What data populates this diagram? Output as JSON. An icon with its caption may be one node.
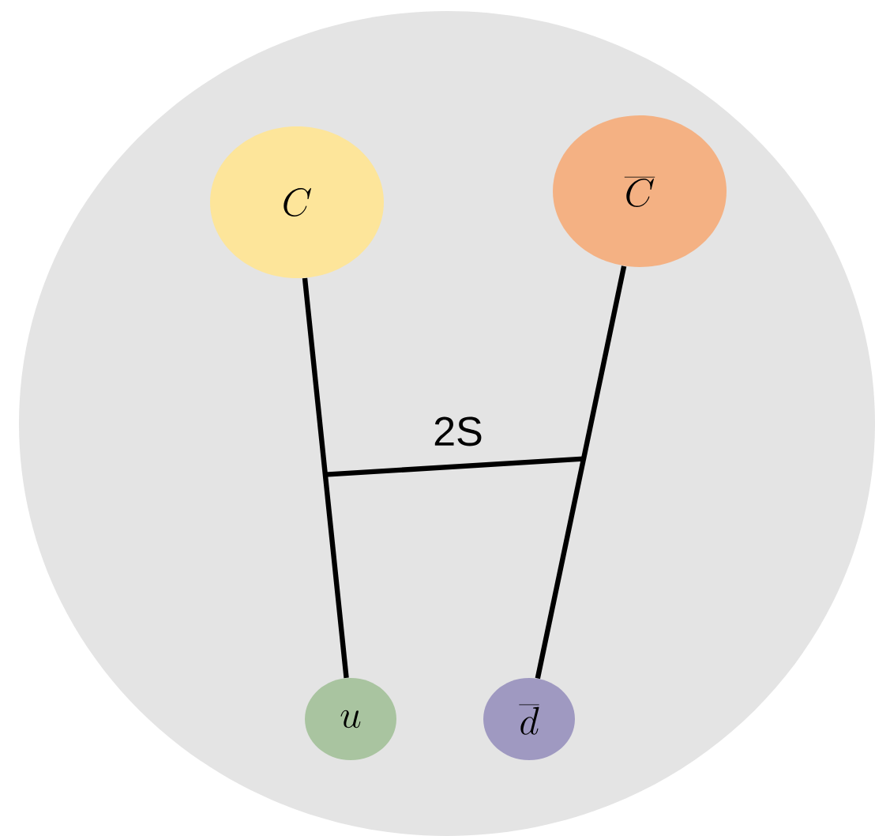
{
  "diagram": {
    "nodes": [
      {
        "text": [],
        "shape": "circle"
      },
      {
        "text": [
          "C"
        ],
        "in": 0
      },
      {
        "text": [
          "\\overline{C}"
        ],
        "in": 0
      },
      {
        "text": [
          "u"
        ],
        "in": 0
      },
      {
        "text": [
          "\\overline{d}"
        ],
        "in": 0
      }
    ],
    "edges": [
      {
        "from": 1,
        "to": 3,
        "arrow": "none"
      },
      {
        "from": 2,
        "to": 4,
        "arrow": "none"
      }
    ],
    "labels": [
      "2S"
    ]
  }
}
